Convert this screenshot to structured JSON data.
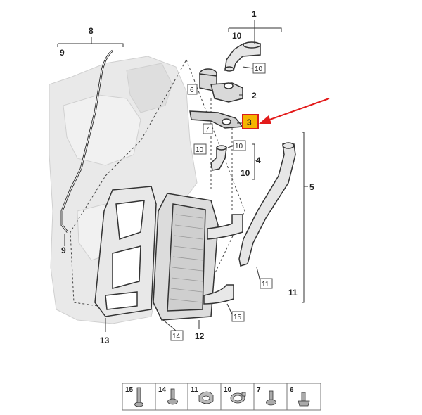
{
  "callouts": {
    "c1": "1",
    "c2": "2",
    "c3": "3",
    "c4": "4",
    "c5": "5",
    "c8": "8",
    "c9a": "9",
    "c9b": "9",
    "c10_top": "10",
    "c10_b1": "10",
    "c10_b2": "10",
    "c10_b3": "10",
    "c10_r": "10",
    "c6": "6",
    "c7": "7",
    "c11_box": "11",
    "c11": "11",
    "c12": "12",
    "c13": "13",
    "c14": "14",
    "c15": "15"
  },
  "legend": {
    "items": [
      {
        "num": "15",
        "icon": "bolt-long-icon"
      },
      {
        "num": "14",
        "icon": "bolt-flange-icon"
      },
      {
        "num": "11",
        "icon": "clamp-icon"
      },
      {
        "num": "10",
        "icon": "hose-clamp-icon"
      },
      {
        "num": "7",
        "icon": "screw-icon"
      },
      {
        "num": "6",
        "icon": "bolt-short-icon"
      }
    ]
  },
  "colors": {
    "highlight": "#f5b400",
    "highlight_border": "#d81e1e",
    "arrow": "#e31b1b",
    "line": "#333333",
    "ghost": "#e6e6e6"
  }
}
